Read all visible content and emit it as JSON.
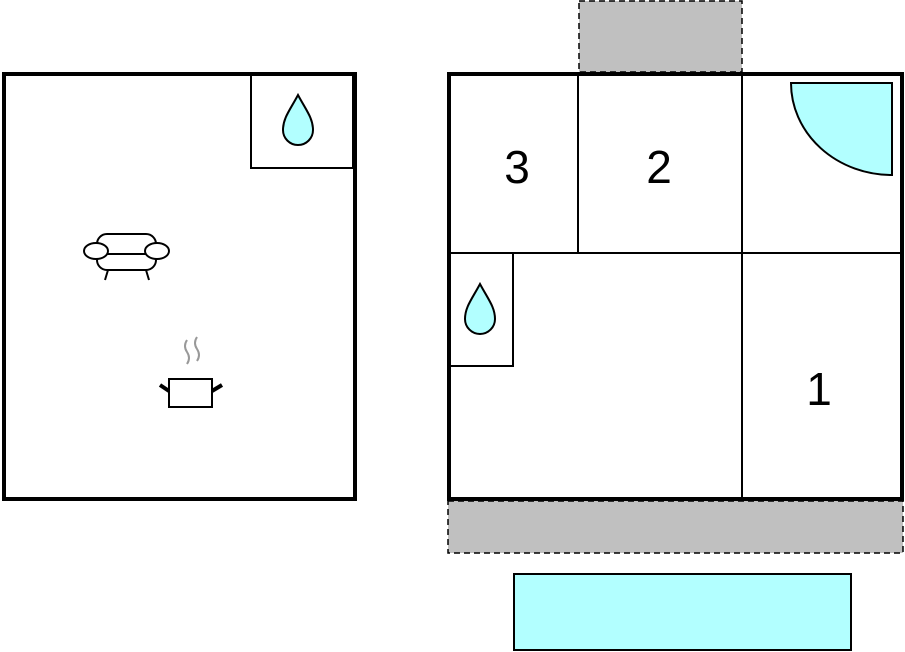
{
  "title": "Floor plan",
  "colors": {
    "water": "#b2ffff",
    "terrace": "#c0c0c0",
    "wall": "#000000"
  },
  "rooms": [
    {
      "label": "3",
      "type": "bedroom"
    },
    {
      "label": "2",
      "type": "bedroom"
    },
    {
      "label": "1",
      "type": "bedroom"
    }
  ],
  "icons": [
    "water-drop-icon",
    "sofa-icon",
    "cooking-pot-icon",
    "shower-icon"
  ]
}
